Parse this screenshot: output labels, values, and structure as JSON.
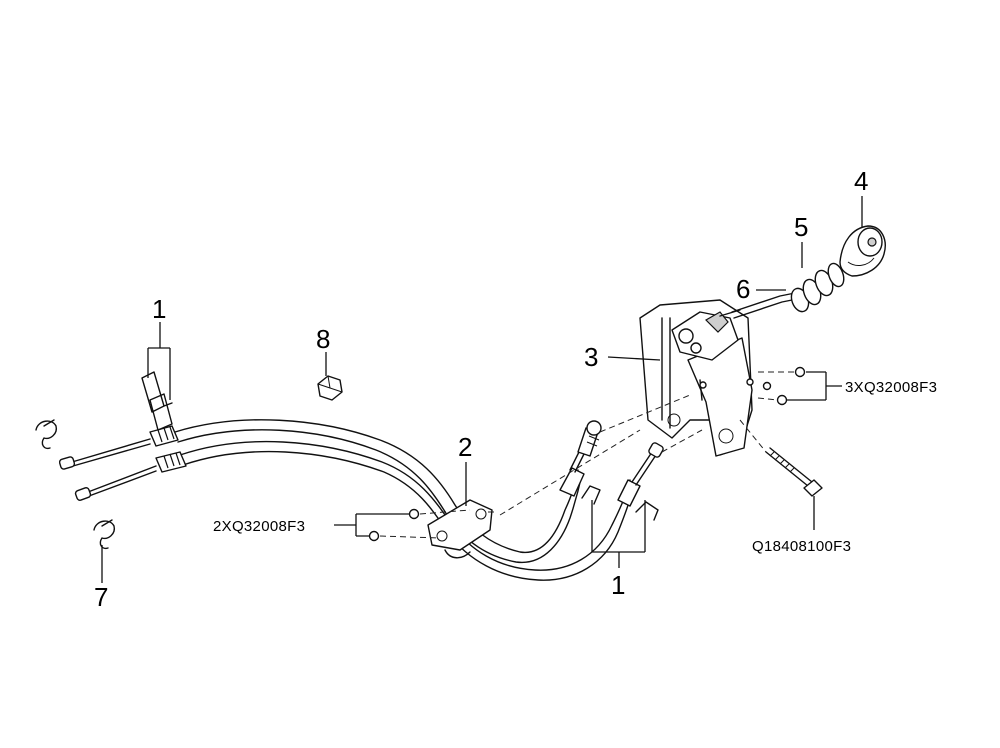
{
  "diagram": {
    "callouts": {
      "cable_left": "1",
      "cable_right": "1",
      "bracket": "2",
      "shifter": "3",
      "knob": "4",
      "boot": "5",
      "lever": "6",
      "clip": "7",
      "nut": "8"
    },
    "part_numbers": {
      "bracket_bolts": "2XQ32008F3",
      "shifter_bolts": "3XQ32008F3",
      "long_bolt": "Q18408100F3"
    }
  }
}
